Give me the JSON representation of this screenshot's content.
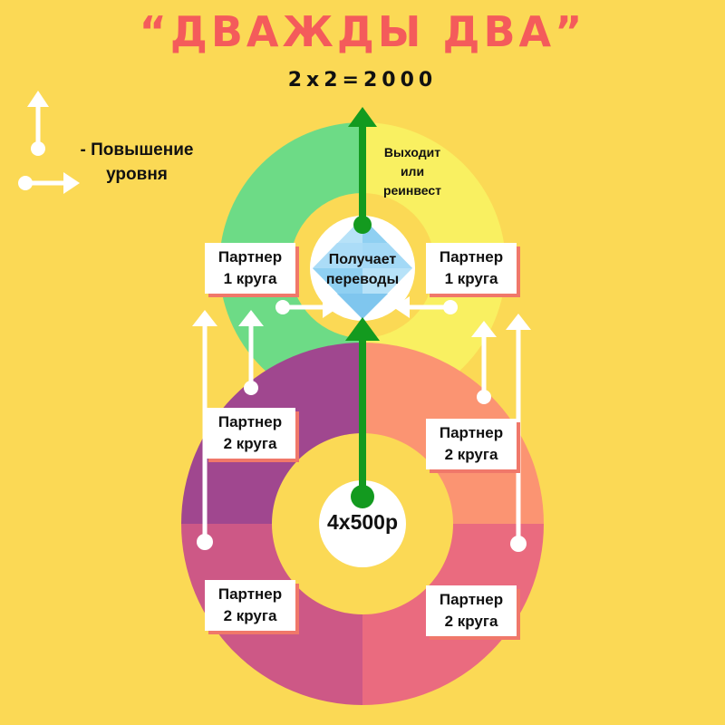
{
  "title": "“ДВАЖДЫ ДВА”",
  "subtitle": "2x2=2000",
  "legend": {
    "line1": "- Повышение",
    "line2": "уровня"
  },
  "top_circle": {
    "exit_label": [
      "Выходит",
      "или",
      "реинвест"
    ],
    "center_label": [
      "Получает",
      "переводы"
    ]
  },
  "bottom_circle": {
    "center_label": "4x500р"
  },
  "partners": {
    "first_left": [
      "Партнер",
      "1 круга"
    ],
    "first_right": [
      "Партнер",
      "1 круга"
    ],
    "second_top_left": [
      "Партнер",
      "2 круга"
    ],
    "second_top_right": [
      "Партнер",
      "2 круга"
    ],
    "second_bottom_left": [
      "Партнер",
      "2 круга"
    ],
    "second_bottom_right": [
      "Партнер",
      "2 круга"
    ]
  },
  "colors": {
    "background": "#fbd955",
    "title": "#f45b5b",
    "top_left": "#6ddb86",
    "top_right": "#f9f061",
    "bottom_top_left": "#a0478f",
    "bottom_top_right": "#fb9472",
    "bottom_bottom_left": "#cd5886",
    "bottom_bottom_right": "#ea6b7f",
    "arrow_green": "#139a1f",
    "arrow_white": "#ffffff",
    "card_shadow": "#f0786a"
  },
  "icons": {
    "level_up_vertical": "arrow-up-icon",
    "level_up_horizontal": "arrow-right-icon",
    "gem": "diamond-icon"
  }
}
